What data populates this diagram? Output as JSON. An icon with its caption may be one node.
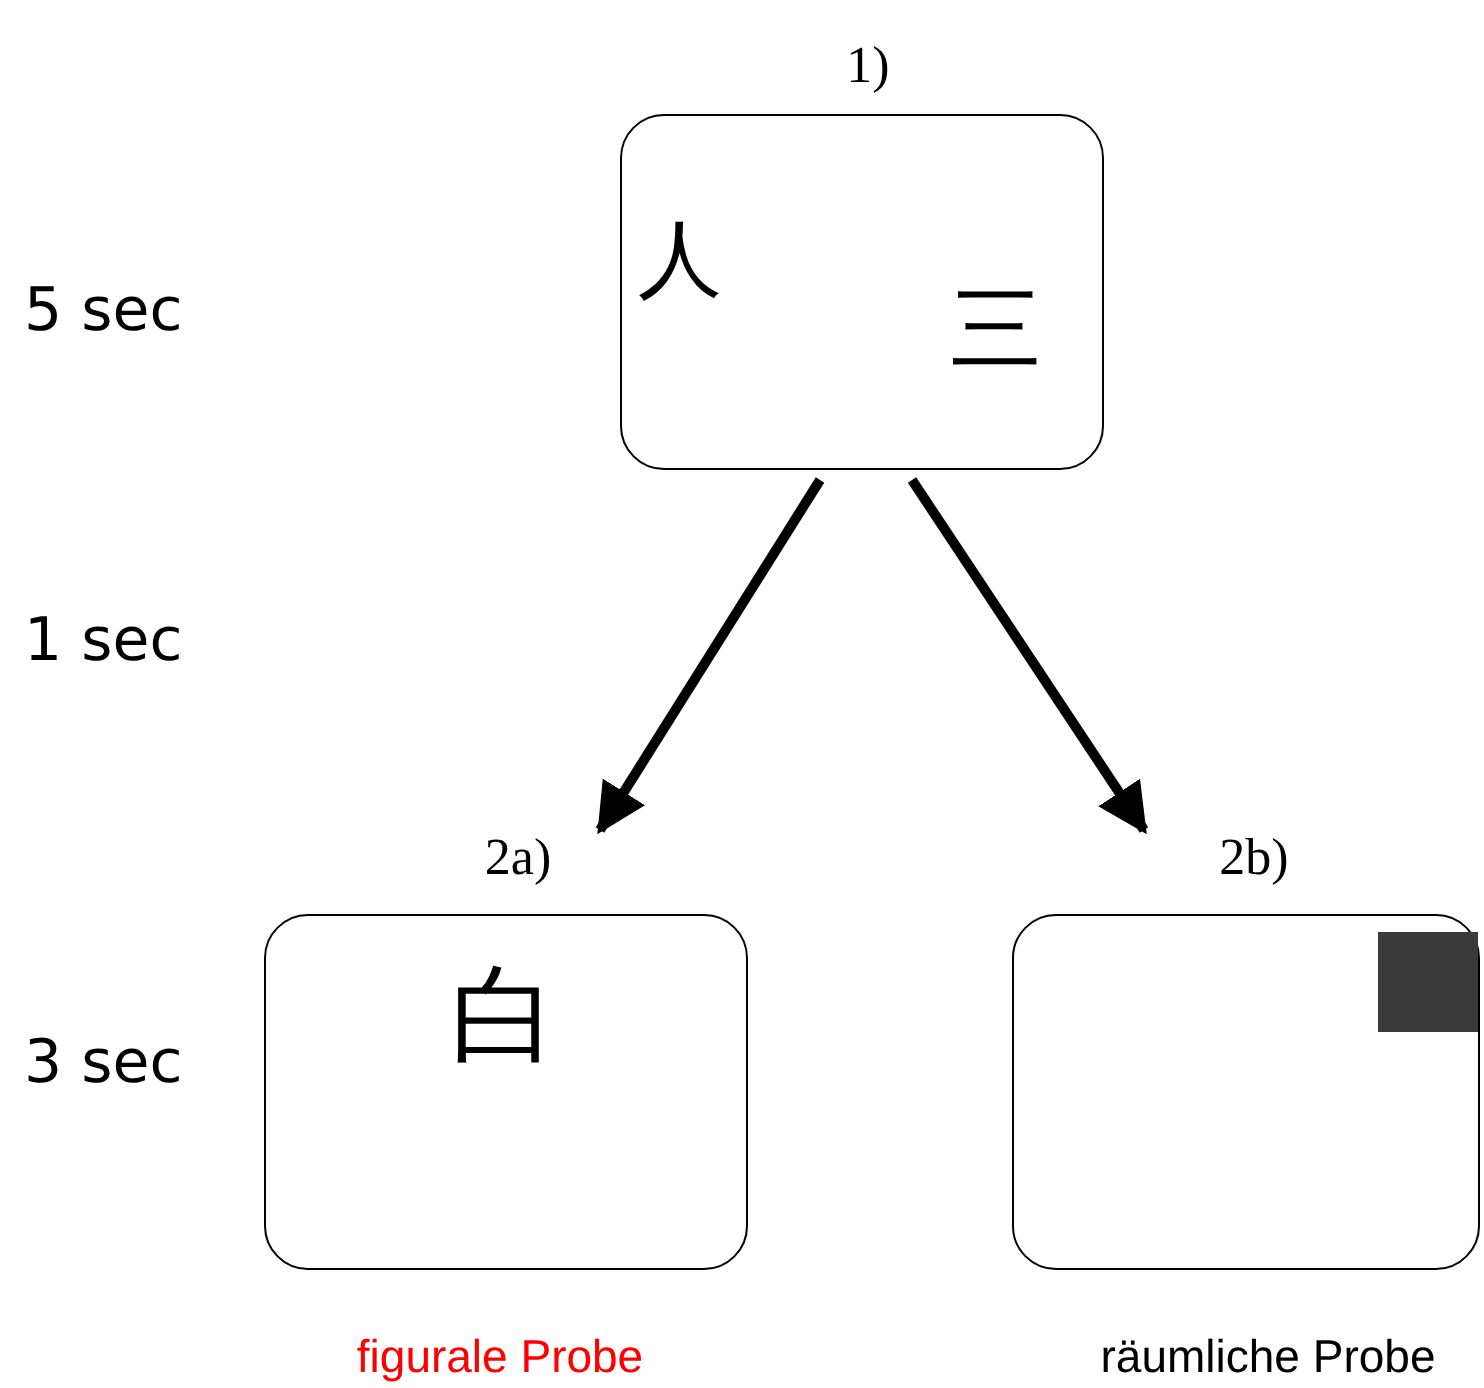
{
  "diagram": {
    "nodes": [
      {
        "text": [
          "1)",
          "人",
          "三"
        ]
      },
      {
        "text": [
          "2a)",
          "白"
        ],
        "beside": [
          "figurale Probe"
        ]
      },
      {
        "text": [
          "2b)"
        ],
        "beside": [
          "räumliche Probe"
        ]
      }
    ],
    "edges": [
      {
        "from": 0,
        "to": 1,
        "arrow": "to"
      },
      {
        "from": 0,
        "to": 2,
        "arrow": "to"
      }
    ],
    "labels": [
      "5 sec",
      "1 sec",
      "3 sec"
    ]
  }
}
